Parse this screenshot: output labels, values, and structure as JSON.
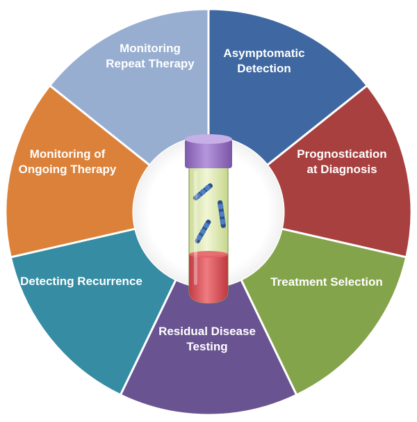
{
  "segments": [
    {
      "id": "asymptomatic",
      "lines": [
        "Asymptomatic",
        "Detection"
      ],
      "color": "#3f67a1"
    },
    {
      "id": "prognostication",
      "lines": [
        "Prognostication",
        "at Diagnosis"
      ],
      "color": "#a8403f"
    },
    {
      "id": "treatment",
      "lines": [
        "Treatment Selection"
      ],
      "color": "#83a44a"
    },
    {
      "id": "residual",
      "lines": [
        "Residual Disease",
        "Testing"
      ],
      "color": "#6a5391"
    },
    {
      "id": "recurrence",
      "lines": [
        "Detecting Recurrence"
      ],
      "color": "#368ca2"
    },
    {
      "id": "ongoing",
      "lines": [
        "Monitoring of",
        "Ongoing Therapy"
      ],
      "color": "#dc8139"
    },
    {
      "id": "repeat",
      "lines": [
        "Monitoring",
        "Repeat Therapy"
      ],
      "color": "#97aed1"
    }
  ],
  "center": {
    "tube_cap_color": "#9d76c8",
    "liquid_color": "#e6efbf",
    "blood_color": "#dd4e55",
    "dna_icon": "dna-strand-icon"
  }
}
